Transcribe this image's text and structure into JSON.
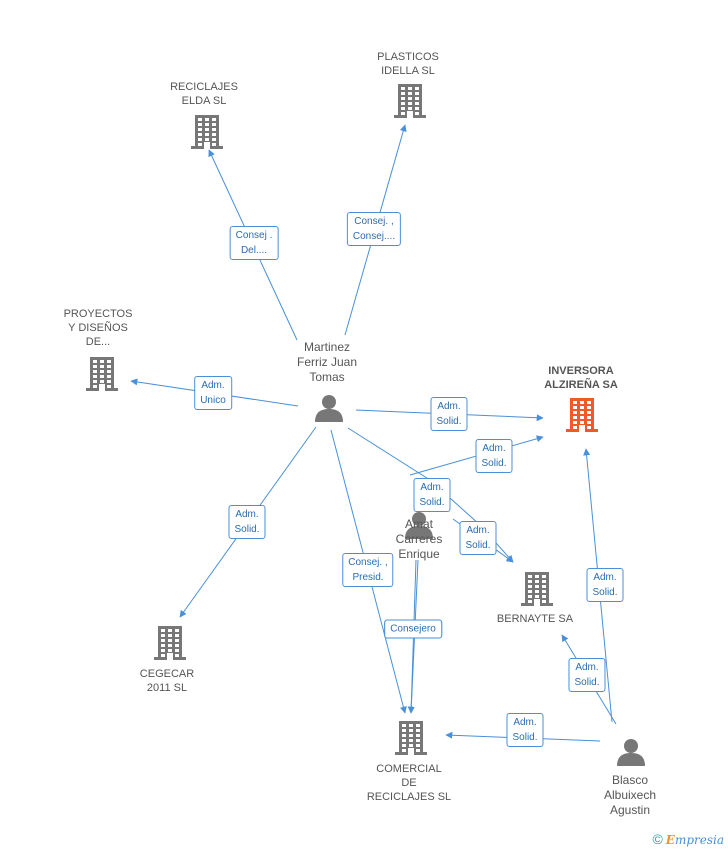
{
  "nodes": {
    "reciclajes_elda": {
      "lines": [
        "RECICLAJES",
        "ELDA SL"
      ],
      "kind": "company"
    },
    "plasticos_idella": {
      "lines": [
        "PLASTICOS",
        "IDELLA SL"
      ],
      "kind": "company"
    },
    "proyectos": {
      "lines": [
        "PROYECTOS",
        "Y DISEÑOS",
        "DE..."
      ],
      "kind": "company"
    },
    "inversora": {
      "lines": [
        "INVERSORA",
        "ALZIREÑA SA"
      ],
      "kind": "main"
    },
    "martinez": {
      "lines": [
        "Martinez",
        "Ferriz Juan",
        "Tomas"
      ],
      "kind": "person"
    },
    "amat": {
      "lines": [
        "Amat",
        "Carreres",
        "Enrique"
      ],
      "kind": "person"
    },
    "bernayte": {
      "lines": [
        "BERNAYTE SA"
      ],
      "kind": "company"
    },
    "cegecar": {
      "lines": [
        "CEGECAR",
        "2011 SL"
      ],
      "kind": "company"
    },
    "comercial": {
      "lines": [
        "COMERCIAL",
        "DE",
        "RECICLAJES SL"
      ],
      "kind": "company"
    },
    "blasco": {
      "lines": [
        "Blasco",
        "Albuixech",
        "Agustin"
      ],
      "kind": "person"
    }
  },
  "edges": [
    {
      "id": "e1",
      "lines": [
        "Consej .",
        "Del...."
      ]
    },
    {
      "id": "e2",
      "lines": [
        "Consej. ,",
        "Consej...."
      ]
    },
    {
      "id": "e3",
      "lines": [
        "Adm.",
        "Unico"
      ]
    },
    {
      "id": "e4",
      "lines": [
        "Adm.",
        "Solid."
      ]
    },
    {
      "id": "e5",
      "lines": [
        "Adm.",
        "Solid."
      ]
    },
    {
      "id": "e6",
      "lines": [
        "Adm.",
        "Solid."
      ]
    },
    {
      "id": "e7",
      "lines": [
        "Adm.",
        "Solid."
      ]
    },
    {
      "id": "e8",
      "lines": [
        "Consej. ,",
        "Presid."
      ]
    },
    {
      "id": "e9",
      "lines": [
        "Adm.",
        "Solid."
      ]
    },
    {
      "id": "e10",
      "lines": [
        "Adm.",
        "Solid."
      ]
    },
    {
      "id": "e11",
      "lines": [
        "Consejero"
      ]
    },
    {
      "id": "e12",
      "lines": [
        "Adm.",
        "Solid."
      ]
    },
    {
      "id": "e13",
      "lines": [
        "Adm.",
        "Solid."
      ]
    },
    {
      "id": "e14",
      "lines": [
        "Consejero"
      ]
    }
  ],
  "colors": {
    "edge": "#4a90d9",
    "company": "#777777",
    "main_company": "#f05a28",
    "person": "#777777"
  },
  "brand": {
    "copyright": "©",
    "first_letter": "E",
    "rest": "mpresia"
  }
}
